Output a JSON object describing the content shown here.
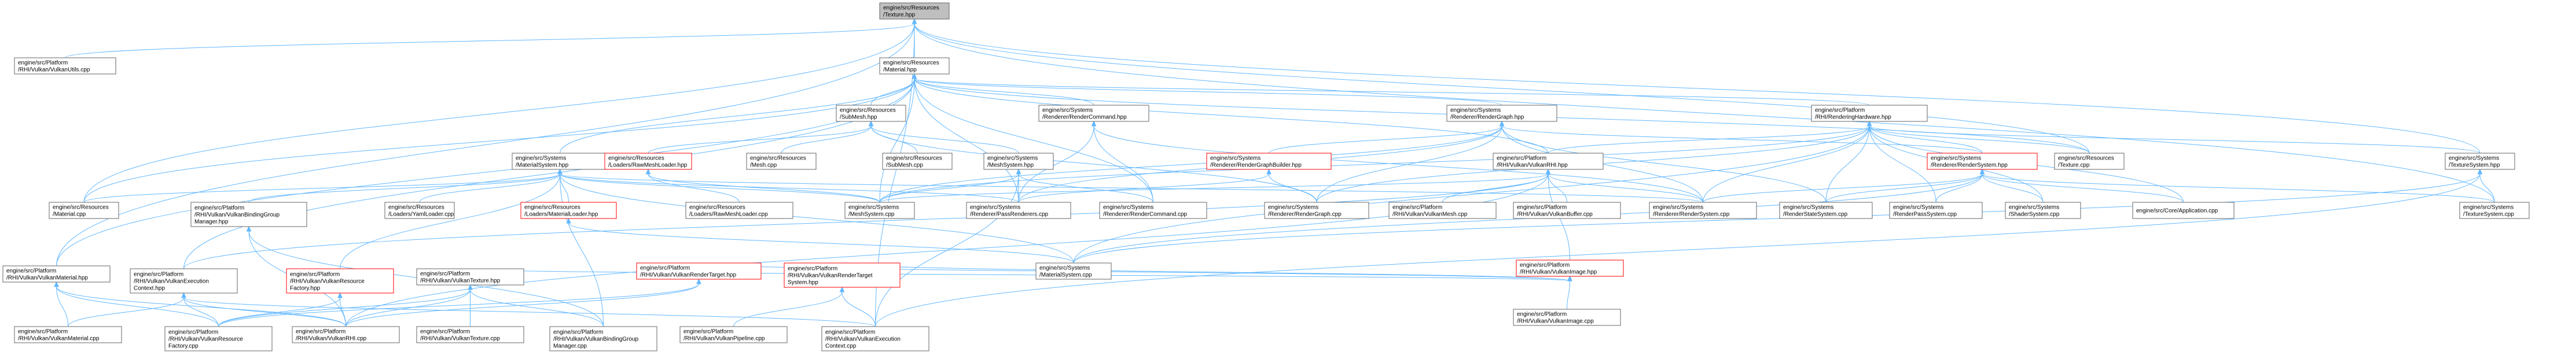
{
  "nodes": [
    {
      "id": "tex_hpp",
      "lines": [
        "engine/src/Resources",
        "/Texture.hpp"
      ],
      "root": true
    },
    {
      "id": "vkutils",
      "lines": [
        "engine/src/Platform",
        "/RHI/Vulkan/VulkanUtils.cpp"
      ]
    },
    {
      "id": "mat_hpp",
      "lines": [
        "engine/src/Resources",
        "/Material.hpp"
      ]
    },
    {
      "id": "submesh",
      "lines": [
        "engine/src/Resources",
        "/SubMesh.hpp"
      ]
    },
    {
      "id": "rcmd_hpp",
      "lines": [
        "engine/src/Systems",
        "/Renderer/RenderCommand.hpp"
      ]
    },
    {
      "id": "rgraph_hpp",
      "lines": [
        "engine/src/Systems",
        "/Renderer/RenderGraph.hpp"
      ]
    },
    {
      "id": "rhw_hpp",
      "lines": [
        "engine/src/Platform",
        "/RHI/RenderingHardware.hpp"
      ]
    },
    {
      "id": "matsys_hpp",
      "lines": [
        "engine/src/Systems",
        "/MaterialSystem.hpp"
      ]
    },
    {
      "id": "rawmesh_hpp",
      "lines": [
        "engine/src/Resources",
        "/Loaders/RawMeshLoader.hpp"
      ],
      "red": true
    },
    {
      "id": "mesh_cpp",
      "lines": [
        "engine/src/Resources",
        "/Mesh.cpp"
      ]
    },
    {
      "id": "submesh_cpp",
      "lines": [
        "engine/src/Resources",
        "/SubMesh.cpp"
      ]
    },
    {
      "id": "meshsys_hpp",
      "lines": [
        "engine/src/Systems",
        "/MeshSystem.hpp"
      ]
    },
    {
      "id": "rgb_hpp",
      "lines": [
        "engine/src/Systems",
        "/Renderer/RenderGraphBuilder.hpp"
      ],
      "red": true
    },
    {
      "id": "vkrhi_hpp",
      "lines": [
        "engine/src/Platform",
        "/RHI/Vulkan/VulkanRHI.hpp"
      ]
    },
    {
      "id": "rsys_hpp",
      "lines": [
        "engine/src/Systems",
        "/Renderer/RenderSystem.hpp"
      ],
      "red": true
    },
    {
      "id": "tex_cpp",
      "lines": [
        "engine/src/Resources",
        "/Texture.cpp"
      ]
    },
    {
      "id": "texsys_hpp",
      "lines": [
        "engine/src/Systems",
        "/TextureSystem.hpp"
      ]
    },
    {
      "id": "mat_cpp",
      "lines": [
        "engine/src/Resources",
        "/Material.cpp"
      ]
    },
    {
      "id": "vkbgm_hpp",
      "lines": [
        "engine/src/Platform",
        "/RHI/Vulkan/VulkanBindingGroup",
        "Manager.hpp"
      ]
    },
    {
      "id": "yaml_cpp",
      "lines": [
        "engine/src/Resources",
        "/Loaders/YamlLoader.cpp"
      ]
    },
    {
      "id": "matloader_hpp",
      "lines": [
        "engine/src/Resources",
        "/Loaders/MaterialLoader.hpp"
      ],
      "red": true
    },
    {
      "id": "rawmesh_cpp",
      "lines": [
        "engine/src/Resources",
        "/Loaders/RawMeshLoader.cpp"
      ]
    },
    {
      "id": "meshsys_cpp",
      "lines": [
        "engine/src/Systems",
        "/MeshSystem.cpp"
      ]
    },
    {
      "id": "rpr_cpp",
      "lines": [
        "engine/src/Systems",
        "/Renderer/PassRenderers.cpp"
      ]
    },
    {
      "id": "rcmd_cpp",
      "lines": [
        "engine/src/Systems",
        "/Renderer/RenderCommand.cpp"
      ]
    },
    {
      "id": "rgraph_cpp",
      "lines": [
        "engine/src/Systems",
        "/Renderer/RenderGraph.cpp"
      ]
    },
    {
      "id": "vkmesh_cpp",
      "lines": [
        "engine/src/Platform",
        "/RHI/Vulkan/VulkanMesh.cpp"
      ]
    },
    {
      "id": "vkbuf_cpp",
      "lines": [
        "engine/src/Platform",
        "/RHI/Vulkan/VulkanBuffer.cpp"
      ]
    },
    {
      "id": "rsys_cpp",
      "lines": [
        "engine/src/Systems",
        "/Renderer/RenderSystem.cpp"
      ]
    },
    {
      "id": "rstate_cpp",
      "lines": [
        "engine/src/Systems",
        "/RenderStateSystem.cpp"
      ]
    },
    {
      "id": "rpass_cpp",
      "lines": [
        "engine/src/Systems",
        "/RenderPassSystem.cpp"
      ]
    },
    {
      "id": "shader_cpp",
      "lines": [
        "engine/src/Systems",
        "/ShaderSystem.cpp"
      ]
    },
    {
      "id": "app_cpp",
      "lines": [
        "engine/src/Core/Application.cpp"
      ]
    },
    {
      "id": "texsys_cpp",
      "lines": [
        "engine/src/Systems",
        "/TextureSystem.cpp"
      ]
    },
    {
      "id": "vkimg_hpp",
      "lines": [
        "engine/src/Platform",
        "/RHI/Vulkan/VulkanImage.hpp"
      ],
      "red": true
    },
    {
      "id": "vkmat_hpp",
      "lines": [
        "engine/src/Platform",
        "/RHI/Vulkan/VulkanMaterial.hpp"
      ]
    },
    {
      "id": "vkexec_hpp",
      "lines": [
        "engine/src/Platform",
        "/RHI/Vulkan/VulkanExecution",
        "Context.hpp"
      ]
    },
    {
      "id": "vkresf_hpp",
      "lines": [
        "engine/src/Platform",
        "/RHI/Vulkan/VulkanResource",
        "Factory.hpp"
      ],
      "red": true
    },
    {
      "id": "vktex_hpp",
      "lines": [
        "engine/src/Platform",
        "/RHI/Vulkan/VulkanTexture.hpp"
      ]
    },
    {
      "id": "vkrt_hpp",
      "lines": [
        "engine/src/Platform",
        "/RHI/Vulkan/VulkanRenderTarget.hpp"
      ],
      "red": true
    },
    {
      "id": "vkrts_hpp",
      "lines": [
        "engine/src/Platform",
        "/RHI/Vulkan/VulkanRenderTarget",
        "System.hpp"
      ],
      "red": true
    },
    {
      "id": "matsys_cpp",
      "lines": [
        "engine/src/Systems",
        "/MaterialSystem.cpp"
      ]
    },
    {
      "id": "vkimg_cpp",
      "lines": [
        "engine/src/Platform",
        "/RHI/Vulkan/VulkanImage.cpp"
      ]
    },
    {
      "id": "vkmat_cpp",
      "lines": [
        "engine/src/Platform",
        "/RHI/Vulkan/VulkanMaterial.cpp"
      ]
    },
    {
      "id": "vkresf_cpp",
      "lines": [
        "engine/src/Platform",
        "/RHI/Vulkan/VulkanResource",
        "Factory.cpp"
      ]
    },
    {
      "id": "vkrhi_cpp",
      "lines": [
        "engine/src/Platform",
        "/RHI/Vulkan/VulkanRHI.cpp"
      ]
    },
    {
      "id": "vktex_cpp",
      "lines": [
        "engine/src/Platform",
        "/RHI/Vulkan/VulkanTexture.cpp"
      ]
    },
    {
      "id": "vkbgm_cpp",
      "lines": [
        "engine/src/Platform",
        "/RHI/Vulkan/VulkanBindingGroup",
        "Manager.cpp"
      ]
    },
    {
      "id": "vkpipe_cpp",
      "lines": [
        "engine/src/Platform",
        "/RHI/Vulkan/VulkanPipeline.cpp"
      ]
    },
    {
      "id": "vkexec_cpp",
      "lines": [
        "engine/src/Platform",
        "/RHI/Vulkan/VulkanExecution",
        "Context.cpp"
      ]
    }
  ],
  "edges": [
    [
      "vkutils",
      "tex_hpp"
    ],
    [
      "mat_hpp",
      "tex_hpp"
    ],
    [
      "mat_cpp",
      "tex_hpp"
    ],
    [
      "tex_cpp",
      "tex_hpp"
    ],
    [
      "texsys_hpp",
      "tex_hpp"
    ],
    [
      "texsys_cpp",
      "tex_hpp"
    ],
    [
      "vkexec_cpp",
      "tex_hpp"
    ],
    [
      "vkmat_hpp",
      "tex_hpp"
    ],
    [
      "submesh",
      "mat_hpp"
    ],
    [
      "rcmd_hpp",
      "mat_hpp"
    ],
    [
      "rgraph_hpp",
      "mat_hpp"
    ],
    [
      "rhw_hpp",
      "mat_hpp"
    ],
    [
      "matsys_hpp",
      "mat_hpp"
    ],
    [
      "mat_cpp",
      "mat_hpp"
    ],
    [
      "meshsys_cpp",
      "mat_hpp"
    ],
    [
      "rcmd_cpp",
      "mat_hpp"
    ],
    [
      "rpr_cpp",
      "mat_hpp"
    ],
    [
      "vkexec_hpp",
      "mat_hpp"
    ],
    [
      "vkrhi_hpp",
      "mat_hpp"
    ],
    [
      "tex_cpp",
      "mat_hpp"
    ],
    [
      "vkmat_hpp",
      "mat_hpp"
    ],
    [
      "rawmesh_hpp",
      "submesh"
    ],
    [
      "mesh_cpp",
      "submesh"
    ],
    [
      "submesh_cpp",
      "submesh"
    ],
    [
      "meshsys_hpp",
      "submesh"
    ],
    [
      "rgraph_cpp",
      "submesh"
    ],
    [
      "rcmd_cpp",
      "rcmd_hpp"
    ],
    [
      "rpr_cpp",
      "rcmd_hpp"
    ],
    [
      "rsys_cpp",
      "rcmd_hpp"
    ],
    [
      "rgb_hpp",
      "rgraph_hpp"
    ],
    [
      "rgraph_cpp",
      "rgraph_hpp"
    ],
    [
      "rpr_cpp",
      "rgraph_hpp"
    ],
    [
      "rsys_hpp",
      "rgraph_hpp"
    ],
    [
      "rsys_cpp",
      "rgraph_hpp"
    ],
    [
      "meshsys_cpp",
      "rgraph_hpp"
    ],
    [
      "rstate_cpp",
      "rgraph_hpp"
    ],
    [
      "vkrhi_hpp",
      "rhw_hpp"
    ],
    [
      "rsys_hpp",
      "rhw_hpp"
    ],
    [
      "tex_cpp",
      "rhw_hpp"
    ],
    [
      "texsys_hpp",
      "rhw_hpp"
    ],
    [
      "meshsys_cpp",
      "rhw_hpp"
    ],
    [
      "rsys_cpp",
      "rhw_hpp"
    ],
    [
      "rstate_cpp",
      "rhw_hpp"
    ],
    [
      "rpass_cpp",
      "rhw_hpp"
    ],
    [
      "shader_cpp",
      "rhw_hpp"
    ],
    [
      "app_cpp",
      "rhw_hpp"
    ],
    [
      "matsys_cpp",
      "rhw_hpp"
    ],
    [
      "rgraph_cpp",
      "rhw_hpp"
    ],
    [
      "mat_cpp",
      "matsys_hpp"
    ],
    [
      "vkbgm_hpp",
      "matsys_hpp"
    ],
    [
      "yaml_cpp",
      "matsys_hpp"
    ],
    [
      "matloader_hpp",
      "matsys_hpp"
    ],
    [
      "meshsys_cpp",
      "matsys_hpp"
    ],
    [
      "rpr_cpp",
      "matsys_hpp"
    ],
    [
      "matsys_cpp",
      "matsys_hpp"
    ],
    [
      "vkresf_hpp",
      "matsys_hpp"
    ],
    [
      "rsys_cpp",
      "matsys_hpp"
    ],
    [
      "vkbgm_cpp",
      "matsys_hpp"
    ],
    [
      "rawmesh_cpp",
      "rawmesh_hpp"
    ],
    [
      "meshsys_cpp",
      "rawmesh_hpp"
    ],
    [
      "meshsys_cpp",
      "meshsys_hpp"
    ],
    [
      "rpr_cpp",
      "meshsys_hpp"
    ],
    [
      "rcmd_cpp",
      "meshsys_hpp"
    ],
    [
      "vkexec_cpp",
      "meshsys_hpp"
    ],
    [
      "rgraph_cpp",
      "rgb_hpp"
    ],
    [
      "rpr_cpp",
      "rgb_hpp"
    ],
    [
      "vkmesh_cpp",
      "vkrhi_hpp"
    ],
    [
      "vkbuf_cpp",
      "vkrhi_hpp"
    ],
    [
      "vkimg_hpp",
      "vkrhi_hpp"
    ],
    [
      "rsys_cpp",
      "vkrhi_hpp"
    ],
    [
      "vkrhi_cpp",
      "vkrhi_hpp"
    ],
    [
      "vkexec_hpp",
      "vkrhi_hpp"
    ],
    [
      "meshsys_cpp",
      "vkrhi_hpp"
    ],
    [
      "rsys_cpp",
      "rsys_hpp"
    ],
    [
      "rstate_cpp",
      "rsys_hpp"
    ],
    [
      "rpass_cpp",
      "rsys_hpp"
    ],
    [
      "shader_cpp",
      "rsys_hpp"
    ],
    [
      "app_cpp",
      "rsys_hpp"
    ],
    [
      "matsys_cpp",
      "rsys_hpp"
    ],
    [
      "texsys_cpp",
      "rsys_hpp"
    ],
    [
      "texsys_cpp",
      "texsys_hpp"
    ],
    [
      "matsys_cpp",
      "texsys_hpp"
    ],
    [
      "vkexec_cpp",
      "texsys_hpp"
    ],
    [
      "vkbgm_cpp",
      "vkbgm_hpp"
    ],
    [
      "vkrhi_cpp",
      "vkbgm_hpp"
    ],
    [
      "matsys_cpp",
      "matloader_hpp"
    ],
    [
      "vkimg_cpp",
      "vkimg_hpp"
    ],
    [
      "vkrt_hpp",
      "vkimg_hpp"
    ],
    [
      "vkrts_hpp",
      "vkimg_hpp"
    ],
    [
      "vktex_hpp",
      "vkimg_hpp"
    ],
    [
      "vkmat_cpp",
      "vkmat_hpp"
    ],
    [
      "vkresf_cpp",
      "vkmat_hpp"
    ],
    [
      "vkrhi_cpp",
      "vkmat_hpp"
    ],
    [
      "vkexec_cpp",
      "vkexec_hpp"
    ],
    [
      "vkrhi_cpp",
      "vkexec_hpp"
    ],
    [
      "vkresf_cpp",
      "vkexec_hpp"
    ],
    [
      "vkmat_cpp",
      "vkexec_hpp"
    ],
    [
      "vkresf_cpp",
      "vkresf_hpp"
    ],
    [
      "vkrhi_cpp",
      "vkresf_hpp"
    ],
    [
      "vktex_cpp",
      "vktex_hpp"
    ],
    [
      "vkresf_cpp",
      "vktex_hpp"
    ],
    [
      "vkrhi_cpp",
      "vktex_hpp"
    ],
    [
      "vkbgm_cpp",
      "vktex_hpp"
    ],
    [
      "vkrhi_cpp",
      "vkrt_hpp"
    ],
    [
      "vkresf_cpp",
      "vkrt_hpp"
    ],
    [
      "vkpipe_cpp",
      "vkrts_hpp"
    ],
    [
      "vkexec_cpp",
      "vkrts_hpp"
    ]
  ]
}
